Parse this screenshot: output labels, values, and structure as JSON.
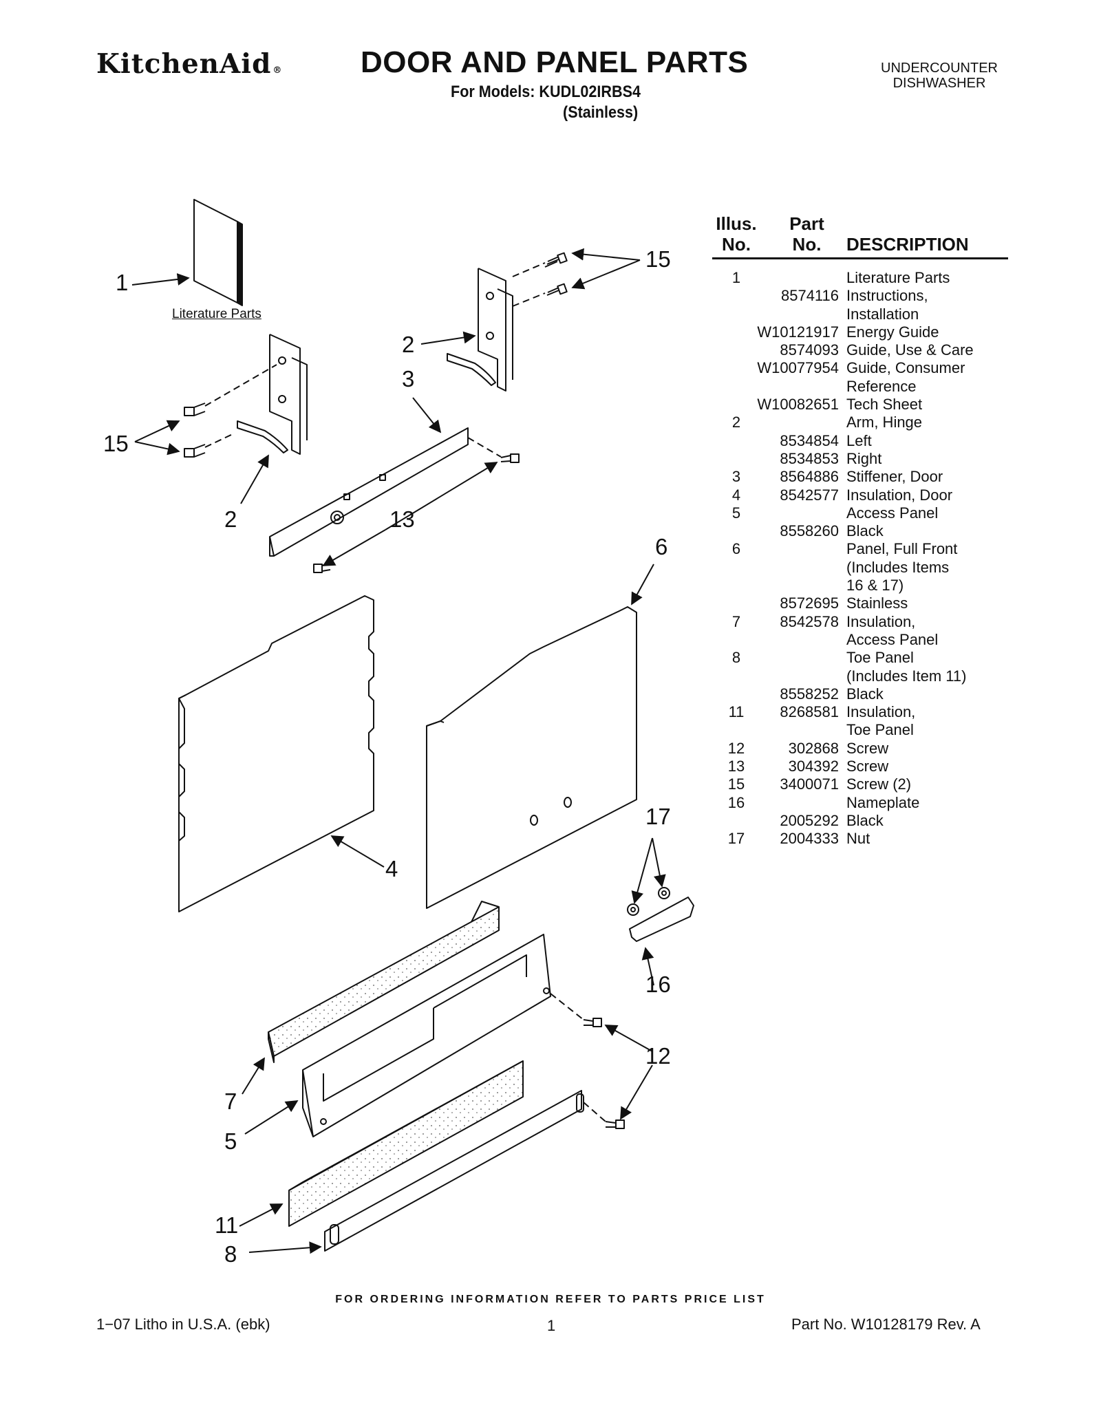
{
  "header": {
    "brand": "KitchenAid",
    "brand_mark": "®",
    "title": "DOOR AND PANEL PARTS",
    "models": "For Models: KUDL02IRBS4",
    "variant": "(Stainless)",
    "appliance_line1": "UNDERCOUNTER",
    "appliance_line2": "DISHWASHER"
  },
  "diagram": {
    "literature_label": "Literature Parts",
    "callouts": {
      "c1": "1",
      "c2a": "2",
      "c2b": "2",
      "c3": "3",
      "c4": "4",
      "c5": "5",
      "c6": "6",
      "c7": "7",
      "c8": "8",
      "c11": "11",
      "c12": "12",
      "c13": "13",
      "c15a": "15",
      "c15b": "15",
      "c16": "16",
      "c17": "17"
    }
  },
  "parts_table": {
    "headers": {
      "illus_1": "Illus.",
      "illus_2": "No.",
      "part_1": "Part",
      "part_2": "No.",
      "description": "DESCRIPTION"
    },
    "rows": [
      {
        "illus": "1",
        "part": "",
        "desc": "Literature Parts"
      },
      {
        "illus": "",
        "part": "8574116",
        "desc": "Instructions,"
      },
      {
        "illus": "",
        "part": "",
        "desc": "Installation"
      },
      {
        "illus": "",
        "part": "W10121917",
        "desc": "Energy Guide"
      },
      {
        "illus": "",
        "part": "8574093",
        "desc": "Guide, Use & Care"
      },
      {
        "illus": "",
        "part": "W10077954",
        "desc": "Guide, Consumer"
      },
      {
        "illus": "",
        "part": "",
        "desc": "Reference"
      },
      {
        "illus": "",
        "part": "W10082651",
        "desc": "Tech Sheet"
      },
      {
        "illus": "2",
        "part": "",
        "desc": "Arm, Hinge"
      },
      {
        "illus": "",
        "part": "8534854",
        "desc": "Left"
      },
      {
        "illus": "",
        "part": "8534853",
        "desc": "Right"
      },
      {
        "illus": "3",
        "part": "8564886",
        "desc": "Stiffener, Door"
      },
      {
        "illus": "4",
        "part": "8542577",
        "desc": "Insulation, Door"
      },
      {
        "illus": "5",
        "part": "",
        "desc": "Access Panel"
      },
      {
        "illus": "",
        "part": "8558260",
        "desc": "Black"
      },
      {
        "illus": "6",
        "part": "",
        "desc": "Panel, Full Front"
      },
      {
        "illus": "",
        "part": "",
        "desc": "(Includes Items"
      },
      {
        "illus": "",
        "part": "",
        "desc": " 16 & 17)"
      },
      {
        "illus": "",
        "part": "8572695",
        "desc": "Stainless"
      },
      {
        "illus": "7",
        "part": "8542578",
        "desc": "Insulation,"
      },
      {
        "illus": "",
        "part": "",
        "desc": "Access Panel"
      },
      {
        "illus": "8",
        "part": "",
        "desc": "Toe Panel"
      },
      {
        "illus": "",
        "part": "",
        "desc": "(Includes Item 11)"
      },
      {
        "illus": "",
        "part": "8558252",
        "desc": "Black"
      },
      {
        "illus": "11",
        "part": "8268581",
        "desc": "Insulation,"
      },
      {
        "illus": "",
        "part": "",
        "desc": "Toe Panel"
      },
      {
        "illus": "12",
        "part": "302868",
        "desc": "Screw"
      },
      {
        "illus": "13",
        "part": "304392",
        "desc": "Screw"
      },
      {
        "illus": "15",
        "part": "3400071",
        "desc": "Screw (2)"
      },
      {
        "illus": "16",
        "part": "",
        "desc": "Nameplate"
      },
      {
        "illus": "",
        "part": "2005292",
        "desc": "Black"
      },
      {
        "illus": "17",
        "part": "2004333",
        "desc": "Nut"
      }
    ]
  },
  "footer": {
    "ordering_note": "FOR ORDERING INFORMATION REFER TO PARTS PRICE LIST",
    "litho": "1−07 Litho in U.S.A. (ebk)",
    "page": "1",
    "part_no": "Part No. W10128179 Rev. A"
  }
}
